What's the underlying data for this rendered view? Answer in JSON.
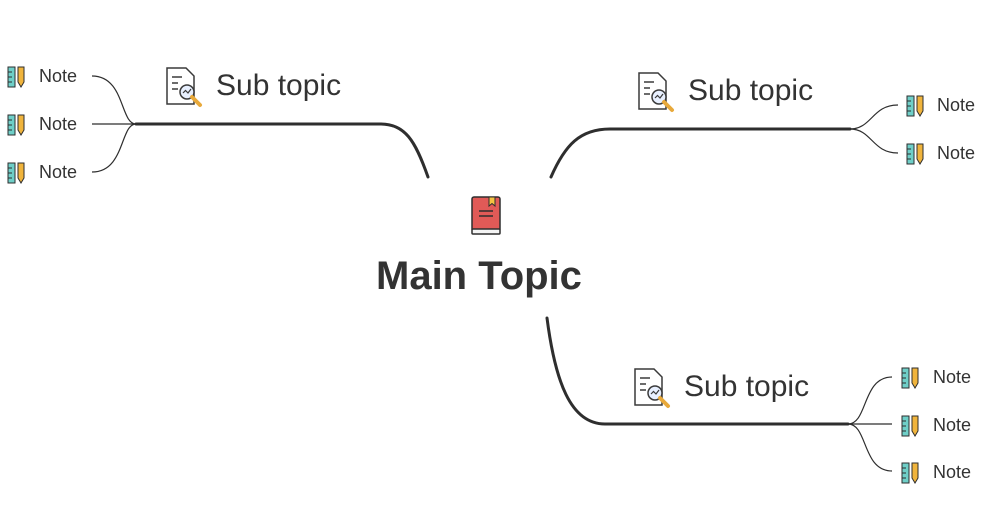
{
  "main_topic": {
    "label": "Main Topic",
    "icon": "book-icon"
  },
  "branches": [
    {
      "id": "top-left",
      "label": "Sub topic",
      "icon": "document-search-icon",
      "notes": [
        {
          "label": "Note",
          "icon": "ruler-pencil-icon"
        },
        {
          "label": "Note",
          "icon": "ruler-pencil-icon"
        },
        {
          "label": "Note",
          "icon": "ruler-pencil-icon"
        }
      ]
    },
    {
      "id": "top-right",
      "label": "Sub topic",
      "icon": "document-search-icon",
      "notes": [
        {
          "label": "Note",
          "icon": "ruler-pencil-icon"
        },
        {
          "label": "Note",
          "icon": "ruler-pencil-icon"
        }
      ]
    },
    {
      "id": "bottom-right",
      "label": "Sub topic",
      "icon": "document-search-icon",
      "notes": [
        {
          "label": "Note",
          "icon": "ruler-pencil-icon"
        },
        {
          "label": "Note",
          "icon": "ruler-pencil-icon"
        },
        {
          "label": "Note",
          "icon": "ruler-pencil-icon"
        }
      ]
    }
  ],
  "colors": {
    "connector": "#2e2e2e",
    "book": "#e15a57",
    "book_bookmark": "#f5c242",
    "document_outline": "#3a3a3a",
    "magnifier_handle": "#e8a93b",
    "ruler": "#6fcfc8",
    "pencil": "#f0b43c"
  }
}
